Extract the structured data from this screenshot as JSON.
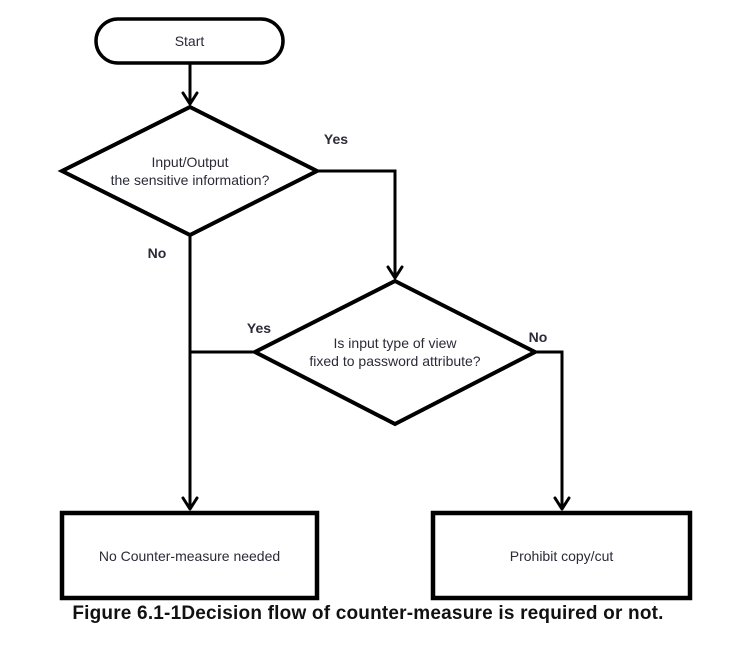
{
  "flowchart": {
    "nodes": {
      "start": {
        "label": "Start"
      },
      "decision1": {
        "label": "Input/Output\nthe sensitive information?"
      },
      "decision2": {
        "label": "Is input type of view\nfixed to password attribute?"
      },
      "terminal_left": {
        "label": "No Counter-measure needed"
      },
      "terminal_right": {
        "label": "Prohibit copy/cut"
      }
    },
    "edge_labels": {
      "decision1_yes": "Yes",
      "decision1_no": "No",
      "decision2_yes": "Yes",
      "decision2_no": "No"
    },
    "caption": "Figure 6.1-1Decision flow of counter-measure is required or not.",
    "colors": {
      "line": "#000000",
      "node_fill": "#ffffff",
      "node_text": "#2b2b38",
      "caption_text": "#111111",
      "background": "#ffffff"
    }
  }
}
